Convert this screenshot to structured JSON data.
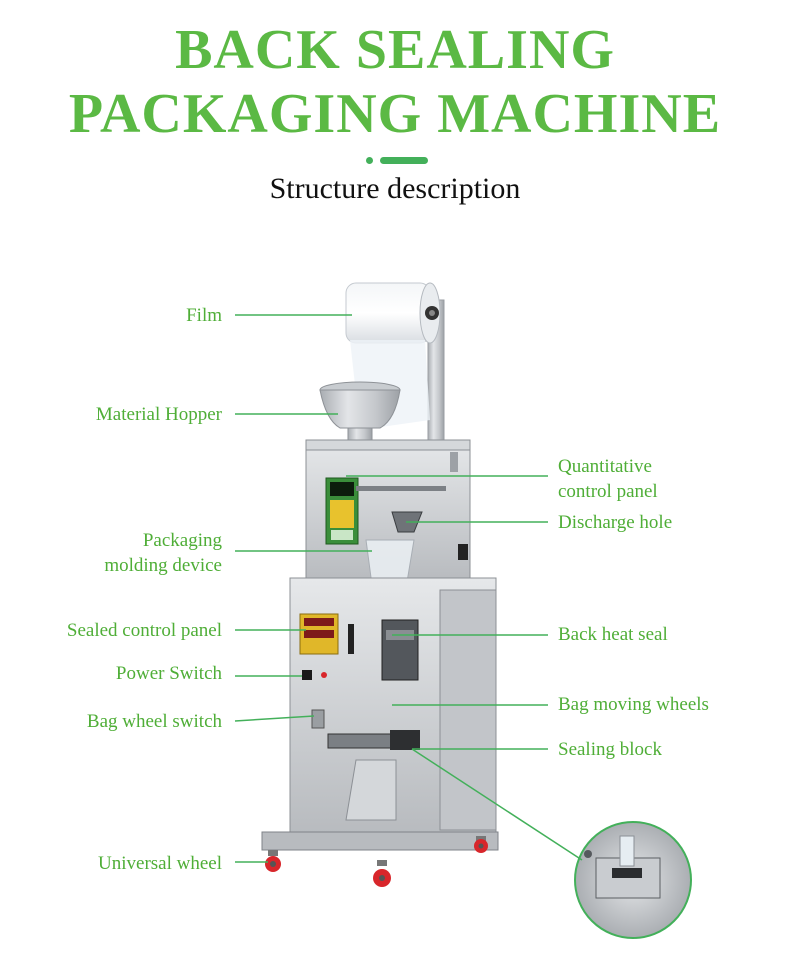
{
  "header": {
    "title_line1": "BACK SEALING",
    "title_line2": "PACKAGING MACHINE",
    "subtitle": "Structure description"
  },
  "labels_left": [
    {
      "id": "film",
      "text": "Film"
    },
    {
      "id": "material-hopper",
      "text": "Material Hopper"
    },
    {
      "id": "packaging-molding-device",
      "line1": "Packaging",
      "line2": "molding device"
    },
    {
      "id": "sealed-control-panel",
      "text": "Sealed control panel"
    },
    {
      "id": "power-switch",
      "text": "Power Switch"
    },
    {
      "id": "bag-wheel-switch",
      "text": "Bag wheel switch"
    },
    {
      "id": "universal-wheel",
      "text": "Universal wheel"
    }
  ],
  "labels_right": [
    {
      "id": "quantitative-control-panel",
      "line1": "Quantitative",
      "line2": "control panel"
    },
    {
      "id": "discharge-hole",
      "text": "Discharge hole"
    },
    {
      "id": "back-heat-seal",
      "text": "Back heat seal"
    },
    {
      "id": "bag-moving-wheels",
      "text": "Bag moving wheels"
    },
    {
      "id": "sealing-block",
      "text": "Sealing block"
    }
  ],
  "colors": {
    "title_green": "#5bb944",
    "label_green": "#4fae37",
    "leader_line": "#43b05a",
    "steel": "#c9ccd0",
    "wheel_red": "#d8262b"
  }
}
